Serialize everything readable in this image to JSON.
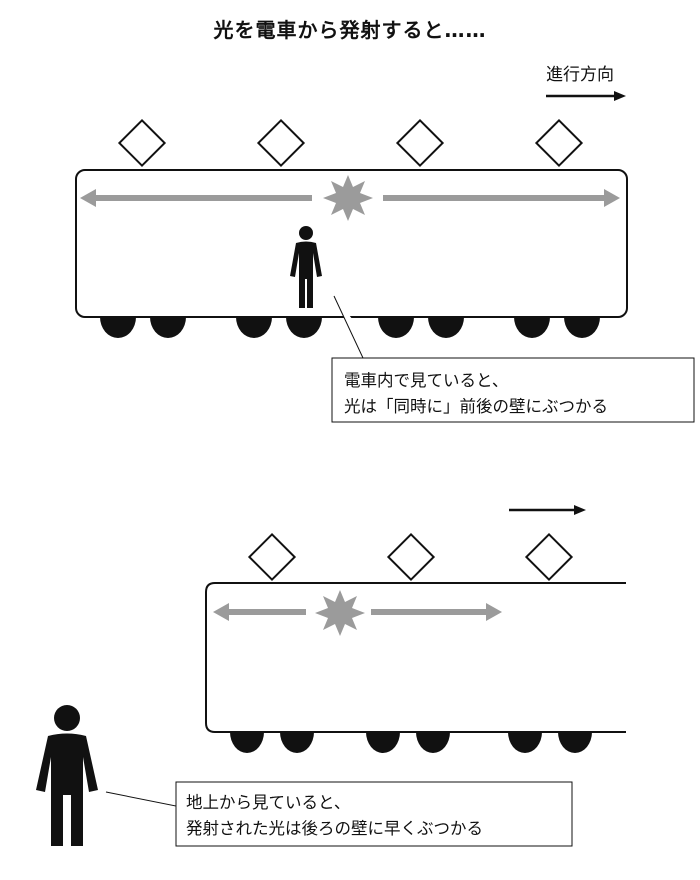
{
  "title": "光を電車から発射すると……",
  "direction_label": "進行方向",
  "callout_top": {
    "line1": "電車内で見ていると、",
    "line2": "光は「同時に」前後の壁にぶつかる"
  },
  "callout_bottom": {
    "line1": "地上から見ていると、",
    "line2": "発射された光は後ろの壁に早くぶつかる"
  },
  "colors": {
    "ink": "#111111",
    "light_arrow": "#9b9b9b",
    "background": "#ffffff"
  }
}
